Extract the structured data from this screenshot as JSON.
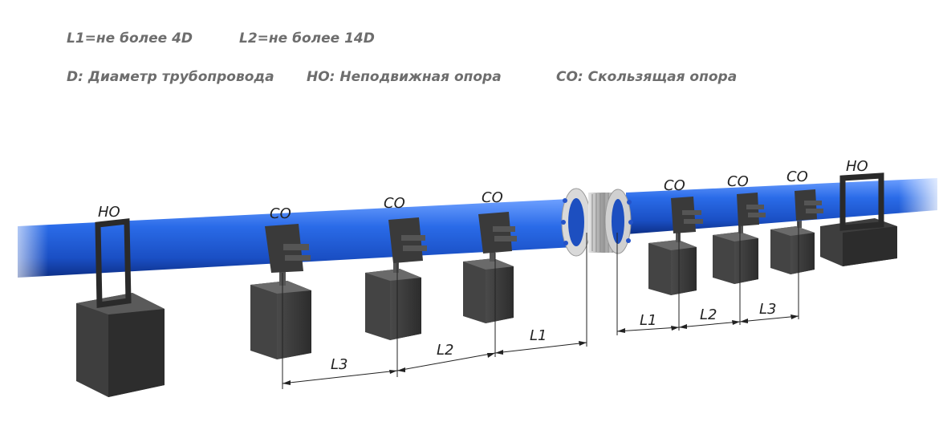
{
  "legend": {
    "l1": "L1=не более 4D",
    "l2": "L2=не более 14D",
    "d": "D: Диаметр трубопровода",
    "ho": "НО: Неподвижная опора",
    "co": "СО: Скользящая опора"
  },
  "labels": {
    "fixed_support": "НО",
    "sliding_support": "СО",
    "l1": "L1",
    "l2": "L2",
    "l3": "L3"
  },
  "colors": {
    "pipe": "#1f5fd6",
    "pipe_dark": "#0e3a9c",
    "support": "#3a3a3a",
    "legend_text": "#6d6d6d"
  }
}
